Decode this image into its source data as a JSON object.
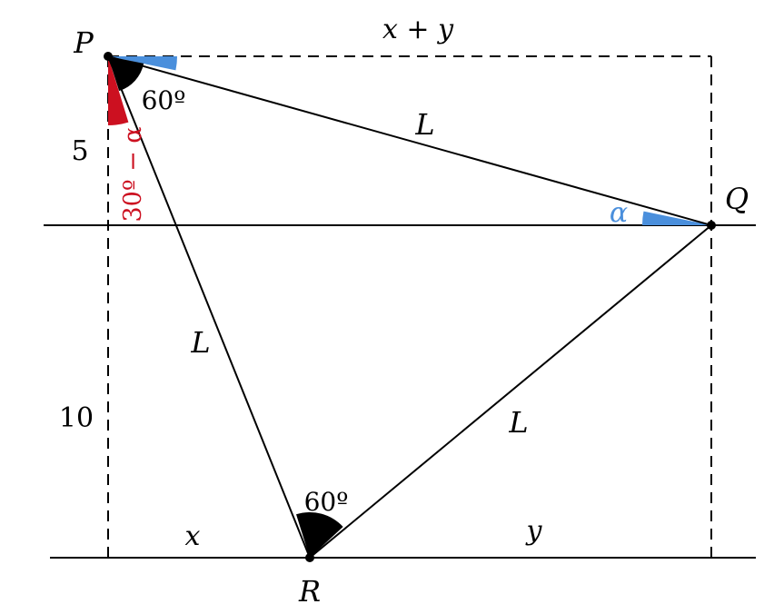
{
  "points": {
    "P": "P",
    "Q": "Q",
    "R": "R"
  },
  "sides": {
    "PQ": "L",
    "PR": "L",
    "QR": "L"
  },
  "dimensions": {
    "top": "x + y",
    "bottom_left": "x",
    "bottom_right": "y",
    "left_upper": "5",
    "left_lower": "10"
  },
  "angles": {
    "P_inner": "60º",
    "R_inner": "60º",
    "P_red": "30º − α",
    "Q_blue": "α"
  },
  "colors": {
    "stroke": "#000000",
    "blue": "#4a8fdc",
    "red": "#cc1020",
    "black_fill": "#000000"
  }
}
